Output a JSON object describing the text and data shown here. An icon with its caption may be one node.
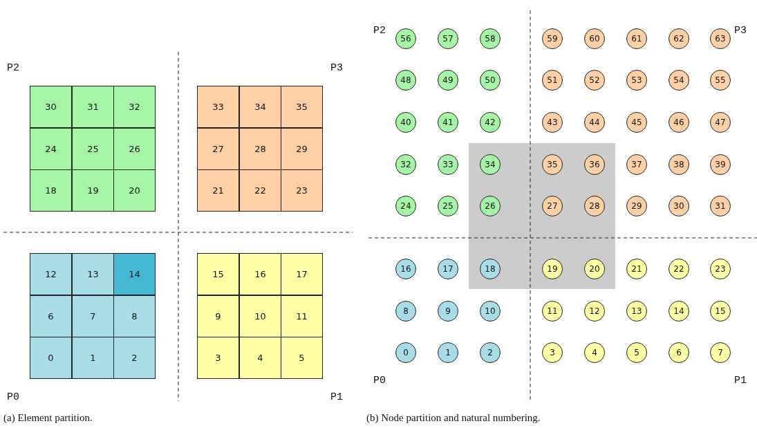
{
  "diagram": {
    "nodes": [
      {
        "text": [
          "30"
        ]
      },
      {
        "text": [
          "31"
        ]
      },
      {
        "text": [
          "32"
        ]
      },
      {
        "text": [
          "33"
        ]
      },
      {
        "text": [
          "34"
        ]
      },
      {
        "text": [
          "35"
        ]
      },
      {
        "text": [
          "24"
        ]
      },
      {
        "text": [
          "25"
        ]
      },
      {
        "text": [
          "26"
        ]
      },
      {
        "text": [
          "27"
        ]
      },
      {
        "text": [
          "28"
        ]
      },
      {
        "text": [
          "29"
        ]
      },
      {
        "text": [
          "18"
        ]
      },
      {
        "text": [
          "19"
        ]
      },
      {
        "text": [
          "20"
        ]
      },
      {
        "text": [
          "21"
        ]
      },
      {
        "text": [
          "22"
        ]
      },
      {
        "text": [
          "23"
        ]
      },
      {
        "text": [
          "12"
        ]
      },
      {
        "text": [
          "13"
        ]
      },
      {
        "text": [
          "14"
        ]
      },
      {
        "text": [
          "15"
        ]
      },
      {
        "text": [
          "16"
        ]
      },
      {
        "text": [
          "17"
        ]
      },
      {
        "text": [
          "6"
        ]
      },
      {
        "text": [
          "7"
        ]
      },
      {
        "text": [
          "8"
        ]
      },
      {
        "text": [
          "9"
        ]
      },
      {
        "text": [
          "10"
        ]
      },
      {
        "text": [
          "11"
        ]
      },
      {
        "text": [
          "0"
        ]
      },
      {
        "text": [
          "1"
        ]
      },
      {
        "text": [
          "2"
        ]
      },
      {
        "text": [
          "3"
        ]
      },
      {
        "text": [
          "4"
        ]
      },
      {
        "text": [
          "5"
        ]
      },
      {
        "text": [
          "56"
        ]
      },
      {
        "text": [
          "57"
        ]
      },
      {
        "text": [
          "58"
        ]
      },
      {
        "text": [
          "59"
        ]
      },
      {
        "text": [
          "60"
        ]
      },
      {
        "text": [
          "61"
        ]
      },
      {
        "text": [
          "62"
        ]
      },
      {
        "text": [
          "63"
        ]
      },
      {
        "text": [
          "48"
        ]
      },
      {
        "text": [
          "49"
        ]
      },
      {
        "text": [
          "50"
        ]
      },
      {
        "text": [
          "51"
        ]
      },
      {
        "text": [
          "52"
        ]
      },
      {
        "text": [
          "53"
        ]
      },
      {
        "text": [
          "54"
        ]
      },
      {
        "text": [
          "55"
        ]
      },
      {
        "text": [
          "40"
        ]
      },
      {
        "text": [
          "41"
        ]
      },
      {
        "text": [
          "42"
        ]
      },
      {
        "text": [
          "43"
        ]
      },
      {
        "text": [
          "44"
        ]
      },
      {
        "text": [
          "45"
        ]
      },
      {
        "text": [
          "46"
        ]
      },
      {
        "text": [
          "47"
        ]
      },
      {
        "text": [
          "32"
        ]
      },
      {
        "text": [
          "33"
        ]
      },
      {
        "text": [
          "34"
        ]
      },
      {
        "text": [
          "35"
        ]
      },
      {
        "text": [
          "36"
        ]
      },
      {
        "text": [
          "37"
        ]
      },
      {
        "text": [
          "38"
        ]
      },
      {
        "text": [
          "39"
        ]
      },
      {
        "text": [
          "24"
        ]
      },
      {
        "text": [
          "25"
        ]
      },
      {
        "text": [
          "26"
        ]
      },
      {
        "text": [
          "27"
        ]
      },
      {
        "text": [
          "28"
        ]
      },
      {
        "text": [
          "29"
        ]
      },
      {
        "text": [
          "30"
        ]
      },
      {
        "text": [
          "31"
        ]
      },
      {
        "text": [
          "16"
        ]
      },
      {
        "text": [
          "17"
        ]
      },
      {
        "text": [
          "18"
        ]
      },
      {
        "text": [
          "19"
        ]
      },
      {
        "text": [
          "20"
        ]
      },
      {
        "text": [
          "21"
        ]
      },
      {
        "text": [
          "22"
        ]
      },
      {
        "text": [
          "23"
        ]
      },
      {
        "text": [
          "8"
        ]
      },
      {
        "text": [
          "9"
        ]
      },
      {
        "text": [
          "10"
        ]
      },
      {
        "text": [
          "11"
        ]
      },
      {
        "text": [
          "12"
        ]
      },
      {
        "text": [
          "13"
        ]
      },
      {
        "text": [
          "14"
        ]
      },
      {
        "text": [
          "15"
        ]
      },
      {
        "text": [
          "0"
        ]
      },
      {
        "text": [
          "1"
        ]
      },
      {
        "text": [
          "2"
        ]
      },
      {
        "text": [
          "3"
        ]
      },
      {
        "text": [
          "4"
        ]
      },
      {
        "text": [
          "5"
        ]
      },
      {
        "text": [
          "6"
        ]
      },
      {
        "text": [
          "7"
        ]
      }
    ],
    "edges": [],
    "labels": [
      "P2",
      "P3",
      "P2",
      "P3",
      "P0",
      "P1",
      "P0",
      "P1",
      "(a) Element partition.",
      "(b) Node partition and natural numbering."
    ]
  }
}
